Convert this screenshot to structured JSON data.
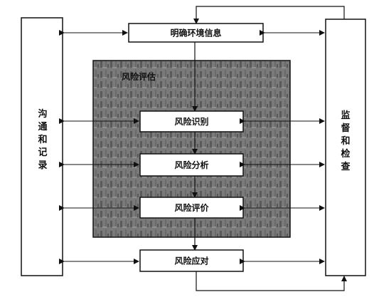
{
  "colors": {
    "line": "#111111",
    "box_fill": "#ffffff",
    "panel_fill": "#7f7f7f",
    "panel_texture": "#5c5c5c"
  },
  "left_panel": {
    "label": "沟通和记录"
  },
  "right_panel": {
    "label": "监督和检查"
  },
  "context_box": {
    "label": "明确环境信息"
  },
  "assessment_panel": {
    "title": "风险评估"
  },
  "identification_box": {
    "label": "风险识别"
  },
  "analysis_box": {
    "label": "风险分析"
  },
  "evaluation_box": {
    "label": "风险评价"
  },
  "treatment_box": {
    "label": "风险应对"
  }
}
